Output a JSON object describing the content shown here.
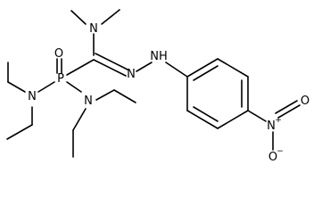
{
  "molecule": {
    "atoms": {
      "N_dimethyl": "N",
      "O_phosphoryl": "O",
      "P": "P",
      "N_left": "N",
      "N_right": "N",
      "N_imine": "N",
      "NH": "NH",
      "N_nitro": "N",
      "nitro_plus": "+",
      "O_nitro_top": "O",
      "O_nitro_bottom": "O",
      "nitro_minus": "−"
    }
  }
}
